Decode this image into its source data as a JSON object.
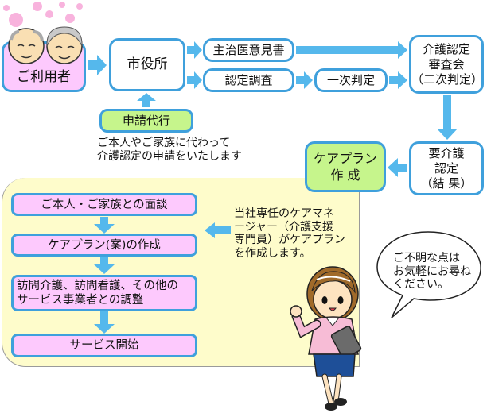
{
  "flow": {
    "user": "ご利用者",
    "city_hall": "市役所",
    "doctor_opinion": "主治医意見書",
    "certification_survey": "認定調査",
    "primary_judgment": "一次判定",
    "review_board": [
      "介護認定",
      "審査会",
      "（二次判定）"
    ],
    "care_level_result": [
      "要介護",
      "認定",
      "（結 果）"
    ],
    "care_plan_creation": [
      "ケアプラン",
      "作 成"
    ],
    "application_proxy": "申請代行",
    "application_proxy_note": "ご本人やご家族に代わって\n介護認定の申請をいたします"
  },
  "care_plan_steps": [
    "ご本人・ご家族との面談",
    "ケアプラン(案)の作成",
    "訪問介護、訪問看護、その他の\nサービス事業者との調整",
    "サービス開始"
  ],
  "care_manager_note": "当社専任のケアマネ\nージャー（介護支援\n専門員）がケアプラン\nを作成します。",
  "speech_bubble": "ご不明な点は\nお気軽にお尋ね\nください。",
  "colors": {
    "arrow": "#55b8ec",
    "border": "#3fa0dc",
    "pink_box": "#fdc9fd",
    "green_box": "#c6f58c",
    "panel": "#fefccb"
  }
}
